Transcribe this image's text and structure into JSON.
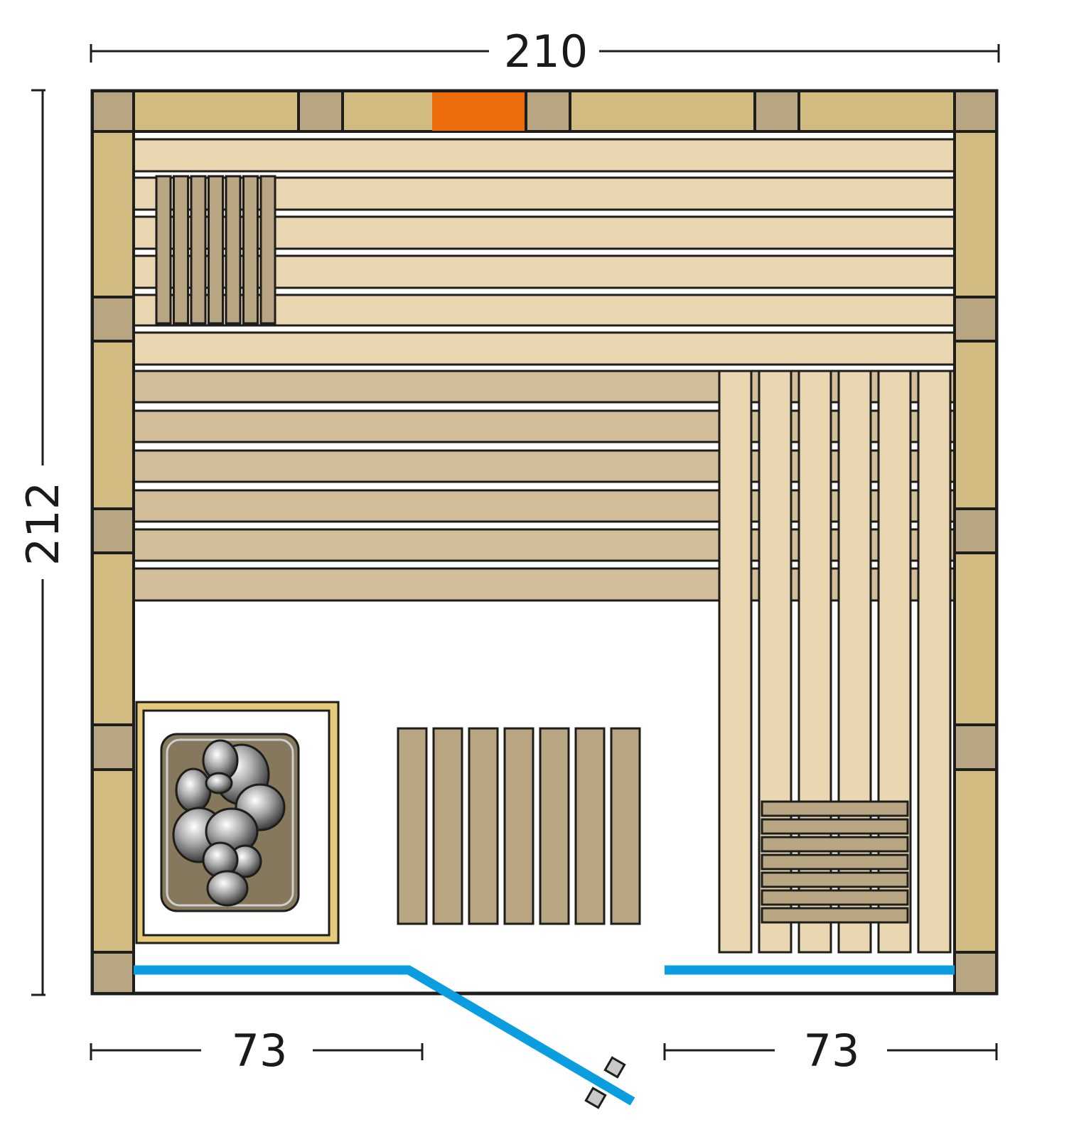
{
  "dimensions": {
    "width_label": "210",
    "depth_label": "212",
    "bottom_left_label": "73",
    "bottom_right_label": "73"
  },
  "colors": {
    "outline": "#1d1d1b",
    "wall_panel": "#d2bb80",
    "post": "#b8a582",
    "upper_bench": "#e8d7b0",
    "lower_bench": "#d2bf9a",
    "slat_dark": "#b8a582",
    "heater_frame": "#e6c97a",
    "stove": "#85785c",
    "glass": "#0a9de0",
    "light_accent": "#ec6b0a",
    "handle": "#c8c8c8"
  }
}
